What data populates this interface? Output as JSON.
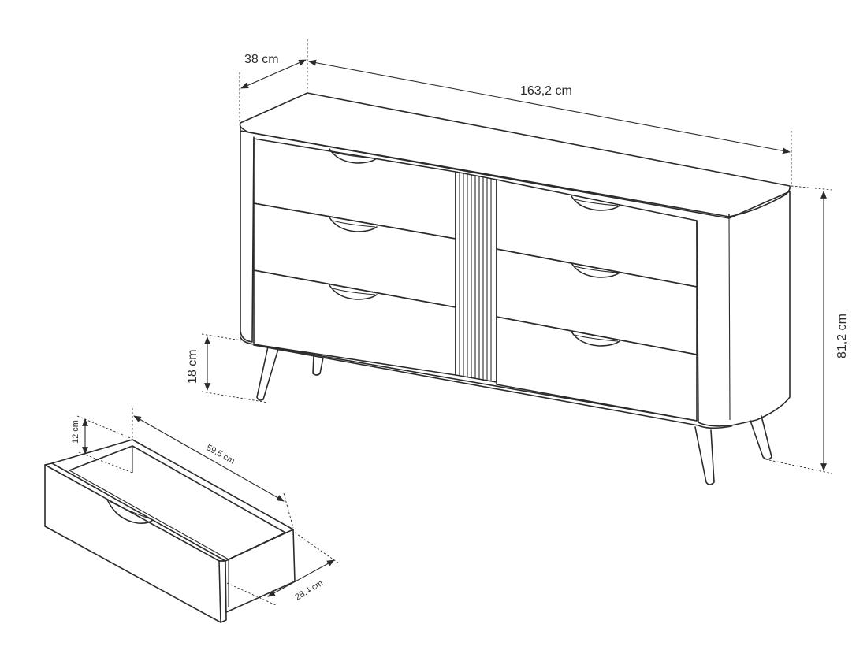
{
  "dimensions": {
    "depth": "38 cm",
    "width": "163,2 cm",
    "height": "81,2 cm",
    "leg_height": "18 cm",
    "drawer_height": "12 cm",
    "drawer_length": "59,5 cm",
    "drawer_depth": "28,4 cm"
  },
  "colors": {
    "stroke": "#2b2b2b",
    "background": "#ffffff"
  }
}
